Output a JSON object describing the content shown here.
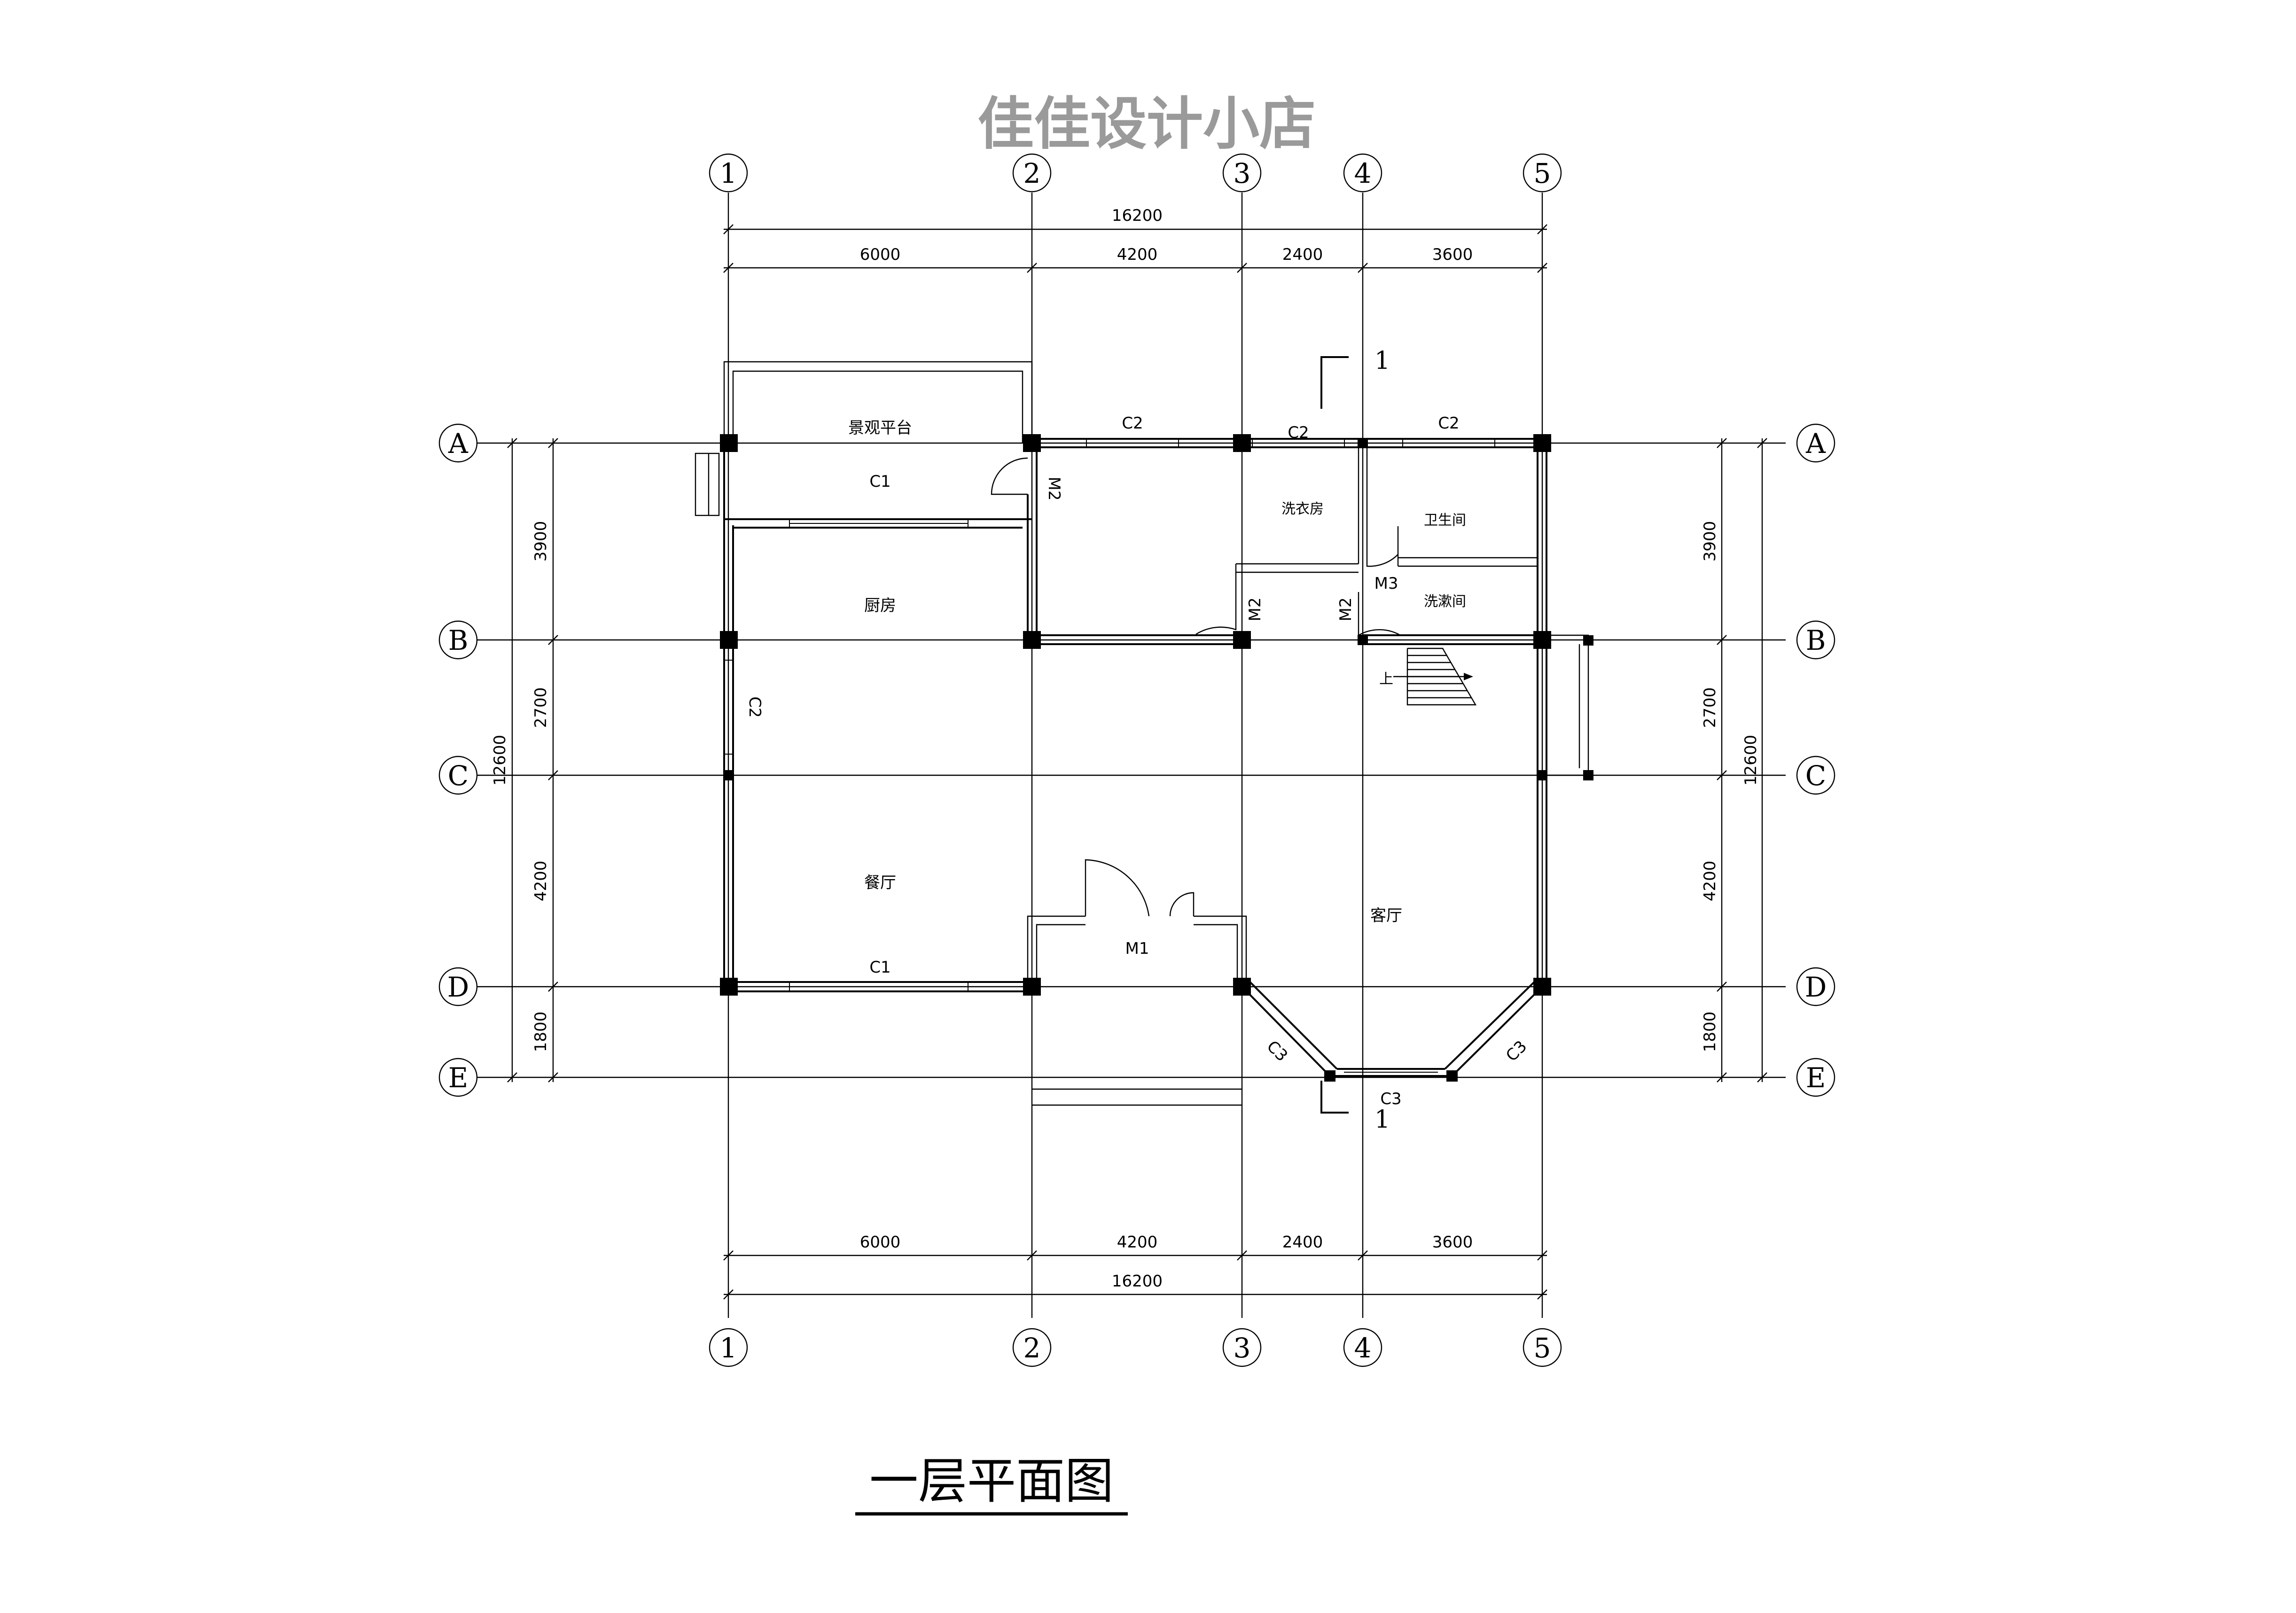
{
  "watermark": "佳佳设计小店",
  "drawing_title": "一层平面图",
  "axes_vertical": [
    "1",
    "2",
    "3",
    "4",
    "5"
  ],
  "axes_horizontal": [
    "A",
    "B",
    "C",
    "D",
    "E"
  ],
  "dims_top_total": "16200",
  "dims_top": [
    "6000",
    "4200",
    "2400",
    "3600"
  ],
  "dims_bottom_total": "16200",
  "dims_bottom": [
    "6000",
    "4200",
    "2400",
    "3600"
  ],
  "dims_side": [
    "3900",
    "2700",
    "4200",
    "1800"
  ],
  "dims_side_total": "12600",
  "rooms": {
    "terrace": "景观平台",
    "kitchen": "厨房",
    "laundry": "洗衣房",
    "toilet": "卫生间",
    "washroom": "洗漱间",
    "dining": "餐厅",
    "living": "客厅"
  },
  "windows": {
    "c1_kitchen": "C1",
    "c1_dining": "C1",
    "c2_a1": "C2",
    "c2_a2": "C2",
    "c2_a3": "C2",
    "c2_side": "C2",
    "c3_left": "C3",
    "c3_mid": "C3",
    "c3_right": "C3"
  },
  "doors": {
    "m1": "M1",
    "m2_kitchen": "M2",
    "m2_laundry": "M2",
    "m2_hall": "M2",
    "m3": "M3"
  },
  "stair_up": "上",
  "section_mark": "1",
  "section_mark_bottom": "1"
}
